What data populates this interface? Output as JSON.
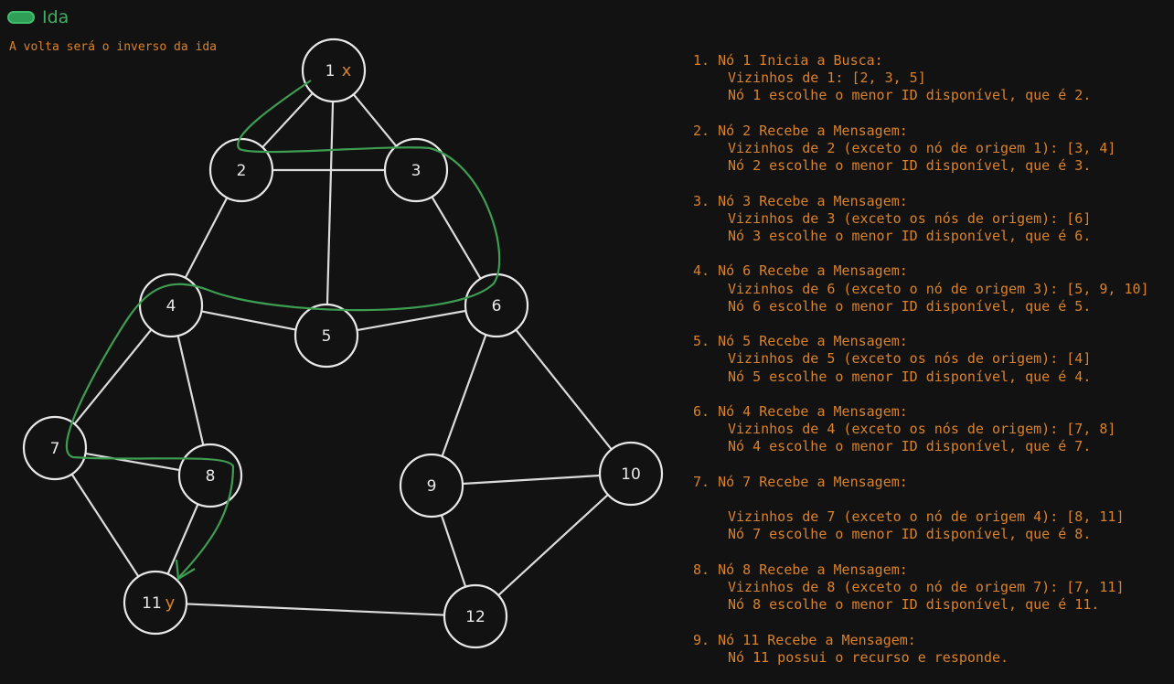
{
  "header": {
    "title": "Ida",
    "subtitle": "A volta será o inverso da ida"
  },
  "colors": {
    "background": "#121212",
    "accent_green": "#3d9e52",
    "text_orange": "#d9822b",
    "stroke": "#e8e8e8"
  },
  "graph": {
    "nodes": [
      {
        "id": "1",
        "label": "1",
        "tag": "x"
      },
      {
        "id": "2",
        "label": "2"
      },
      {
        "id": "3",
        "label": "3"
      },
      {
        "id": "4",
        "label": "4"
      },
      {
        "id": "5",
        "label": "5"
      },
      {
        "id": "6",
        "label": "6"
      },
      {
        "id": "7",
        "label": "7"
      },
      {
        "id": "8",
        "label": "8"
      },
      {
        "id": "9",
        "label": "9"
      },
      {
        "id": "10",
        "label": "10"
      },
      {
        "id": "11",
        "label": "11",
        "tag": "y"
      },
      {
        "id": "12",
        "label": "12"
      }
    ],
    "edges": [
      [
        "1",
        "2"
      ],
      [
        "1",
        "3"
      ],
      [
        "1",
        "5"
      ],
      [
        "2",
        "3"
      ],
      [
        "2",
        "4"
      ],
      [
        "3",
        "6"
      ],
      [
        "4",
        "5"
      ],
      [
        "5",
        "6"
      ],
      [
        "4",
        "7"
      ],
      [
        "4",
        "8"
      ],
      [
        "7",
        "8"
      ],
      [
        "6",
        "9"
      ],
      [
        "6",
        "10"
      ],
      [
        "9",
        "10"
      ],
      [
        "9",
        "12"
      ],
      [
        "10",
        "12"
      ],
      [
        "7",
        "11"
      ],
      [
        "8",
        "11"
      ],
      [
        "11",
        "12"
      ]
    ],
    "search_path": [
      "1",
      "2",
      "3",
      "6",
      "5",
      "4",
      "7",
      "8",
      "11"
    ]
  },
  "steps": [
    {
      "title": "1. Nó 1 Inicia a Busca:",
      "lines": [
        "Vizinhos de 1: [2, 3, 5]",
        "Nó 1 escolhe o menor ID disponível, que é 2."
      ]
    },
    {
      "title": "2. Nó 2 Recebe a Mensagem:",
      "lines": [
        "Vizinhos de 2 (exceto o nó de origem 1): [3, 4]",
        "Nó 2 escolhe o menor ID disponível, que é 3."
      ]
    },
    {
      "title": "3. Nó 3 Recebe a Mensagem:",
      "lines": [
        "Vizinhos de 3 (exceto os nós de origem): [6]",
        "Nó 3 escolhe o menor ID disponível, que é 6."
      ]
    },
    {
      "title": "4. Nó 6 Recebe a Mensagem:",
      "lines": [
        "Vizinhos de 6 (exceto o nó de origem 3): [5, 9, 10]",
        "Nó 6 escolhe o menor ID disponível, que é 5."
      ]
    },
    {
      "title": "5. Nó 5 Recebe a Mensagem:",
      "lines": [
        "Vizinhos de 5 (exceto os nós de origem): [4]",
        "Nó 5 escolhe o menor ID disponível, que é 4."
      ]
    },
    {
      "title": "6. Nó 4 Recebe a Mensagem:",
      "lines": [
        "Vizinhos de 4 (exceto os nós de origem): [7, 8]",
        "Nó 4 escolhe o menor ID disponível, que é 7."
      ]
    },
    {
      "title": "7. Nó 7 Recebe a Mensagem:",
      "lines": [
        "",
        "Vizinhos de 7 (exceto o nó de origem 4): [8, 11]",
        "Nó 7 escolhe o menor ID disponível, que é 8."
      ]
    },
    {
      "title": "8. Nó 8 Recebe a Mensagem:",
      "lines": [
        "Vizinhos de 8 (exceto o nó de origem 7): [7, 11]",
        "Nó 8 escolhe o menor ID disponível, que é 11."
      ]
    },
    {
      "title": "9. Nó 11 Recebe a Mensagem:",
      "lines": [
        "Nó 11 possui o recurso e responde."
      ]
    }
  ]
}
